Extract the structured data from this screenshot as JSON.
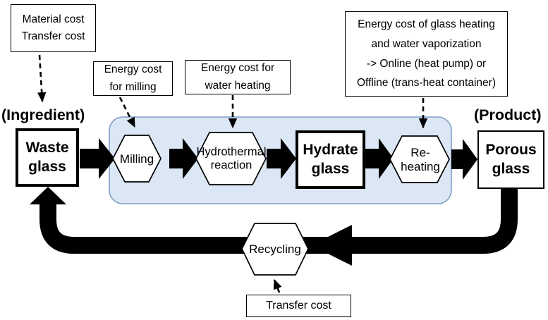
{
  "diagram": {
    "stage_labels": {
      "ingredient": "(Ingredient)",
      "product": "(Product)"
    },
    "cost_labels": {
      "material": {
        "lines": [
          "Material cost",
          "Transfer cost"
        ]
      },
      "milling": {
        "lines": [
          "Energy cost",
          "for milling"
        ]
      },
      "water_heating": {
        "lines": [
          "Energy cost for",
          "water heating"
        ]
      },
      "glass_heating": {
        "lines": [
          "Energy cost of glass heating",
          "and water vaporization",
          "-> Online (heat pump) or",
          "Offline (trans-heat container)"
        ]
      },
      "transfer": {
        "lines": [
          "Transfer cost"
        ]
      }
    },
    "nodes": {
      "waste_glass": {
        "lines": [
          "Waste",
          "glass"
        ]
      },
      "milling": {
        "label": "Milling"
      },
      "hydrothermal": {
        "lines": [
          "Hydrothermal",
          "reaction"
        ]
      },
      "hydrate_glass": {
        "lines": [
          "Hydrate",
          "glass"
        ]
      },
      "reheating": {
        "lines": [
          "Re-",
          "heating"
        ]
      },
      "porous_glass": {
        "lines": [
          "Porous",
          "glass"
        ]
      },
      "recycling": {
        "label": "Recycling"
      }
    },
    "colors": {
      "process_region_fill": "#dbe7f4",
      "process_region_border": "#7f9ec4",
      "arrow_color": "#000000",
      "background": "#ffffff"
    }
  }
}
